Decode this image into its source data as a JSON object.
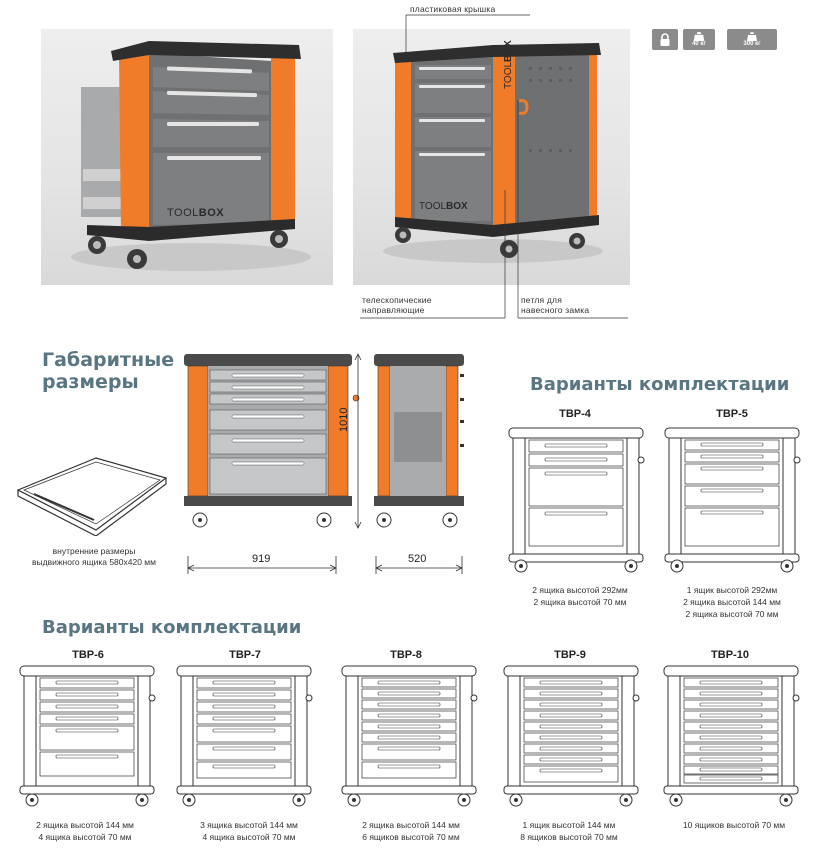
{
  "callouts": {
    "plastic_lid": "пластиковая крышка",
    "telescopic_guides": "телескопические\nнаправляющие",
    "padlock_loop": "петля для\nнавесного замка"
  },
  "brand": {
    "prefix": "TOOL",
    "suffix": "BOX"
  },
  "badges": {
    "lock": "lock-icon",
    "drawer_load": "40 кг",
    "cart_load": "300 кг"
  },
  "dimensions": {
    "heading_line1": "Габаритные",
    "heading_line2": "размеры",
    "height": "1010",
    "width": "919",
    "depth": "520",
    "drawer_caption": "внутренние размеры\nвыдвижного ящика 580x420 мм"
  },
  "variants_top": {
    "heading": "Варианты комплектации",
    "items": [
      {
        "name": "TBP-4",
        "desc": "2 ящика высотой 292мм\n2 ящика высотой 70 мм"
      },
      {
        "name": "TBP-5",
        "desc": "1 ящик высотой 292мм\n2 ящика высотой 144 мм\n2 ящика высотой 70 мм"
      }
    ]
  },
  "variants_bottom": {
    "heading": "Варианты комплектации",
    "items": [
      {
        "name": "TBP-6",
        "desc": "2 ящика высотой 144 мм\n4 ящика высотой 70 мм"
      },
      {
        "name": "TBP-7",
        "desc": "3 ящика высотой 144 мм\n4 ящика высотой 70 мм"
      },
      {
        "name": "TBP-8",
        "desc": "2 ящика высотой 144 мм\n6 ящиков высотой 70 мм"
      },
      {
        "name": "TBP-9",
        "desc": "1 ящик высотой 144 мм\n8 ящиков высотой 70 мм"
      },
      {
        "name": "TBP-10",
        "desc": "10 ящиков высотой 70 мм"
      }
    ]
  },
  "colors": {
    "accent": "#f07c2a",
    "heading": "#5a7682",
    "body_gray": "#6e7072",
    "dark": "#2b2b2b"
  }
}
